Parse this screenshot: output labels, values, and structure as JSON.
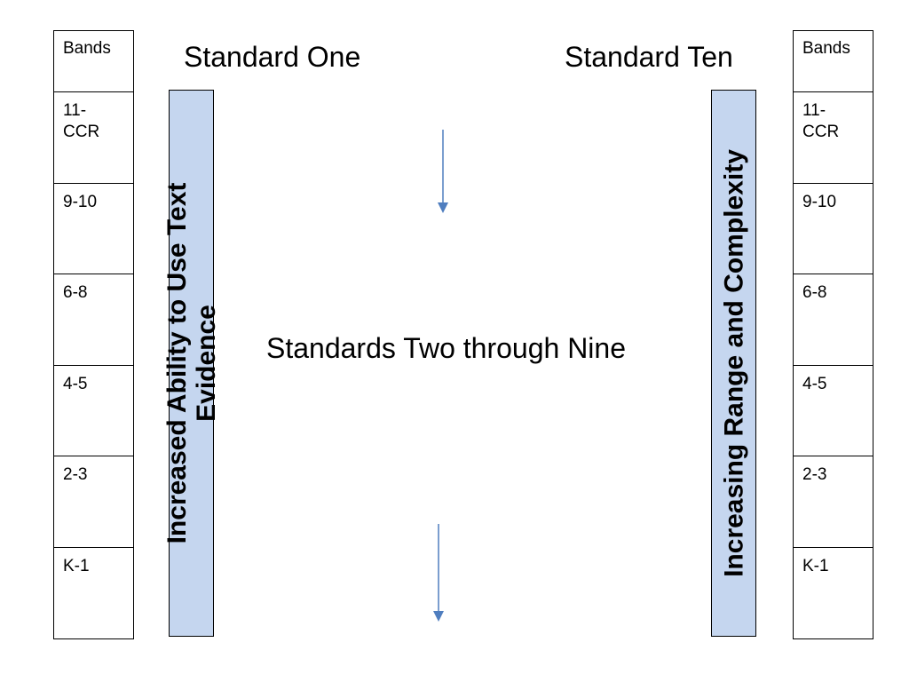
{
  "left_table": {
    "header": "Bands",
    "rows": [
      "11-\nCCR",
      "9-10",
      "6-8",
      "4-5",
      "2-3",
      "K-1"
    ]
  },
  "right_table": {
    "header": "Bands",
    "rows": [
      "11-\nCCR",
      "9-10",
      "6-8",
      "4-5",
      "2-3",
      "K-1"
    ]
  },
  "titles": {
    "left": "Standard One",
    "right": "Standard Ten"
  },
  "left_bar": {
    "line1": "Increased Ability to Use Text",
    "line2": "Evidence",
    "fill": "#c5d6ef"
  },
  "right_bar": {
    "text": "Increasing Range and Complexity",
    "fill": "#c5d6ef"
  },
  "middle_label": "Standards Two through Nine",
  "arrow_color": "#4f7ebf"
}
